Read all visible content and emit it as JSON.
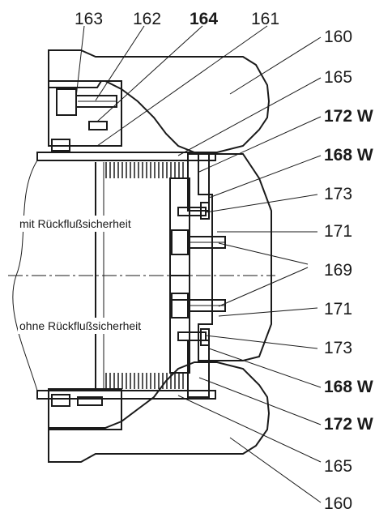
{
  "labels": {
    "l163": "163",
    "l162": "162",
    "l164": "164",
    "l161": "161",
    "l160_top": "160",
    "l165_top": "165",
    "l172w_top": "172 W",
    "l168w_top": "168 W",
    "l173_top": "173",
    "l171_top": "171",
    "l169": "169",
    "l171_bot": "171",
    "l173_bot": "173",
    "l168w_bot": "168 W",
    "l172w_bot": "172 W",
    "l165_bot": "165",
    "l160_bot": "160"
  },
  "captions": {
    "with_backflow": "mit Rückflußsicherheit",
    "without_backflow": "ohne Rückflußsicherheit"
  }
}
